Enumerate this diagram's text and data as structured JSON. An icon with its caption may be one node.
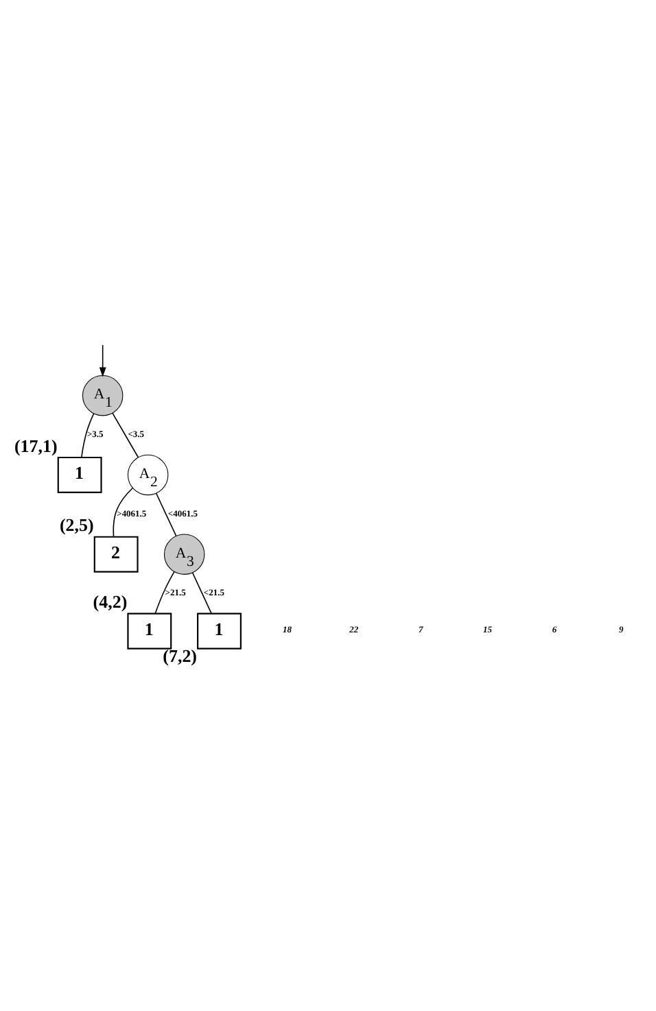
{
  "diagram": {
    "nodes": [
      {
        "text": [
          "A$_{1}$"
        ]
      },
      {
        "text": [
          "1"
        ],
        "beside": [
          "(17,1)"
        ]
      },
      {
        "text": [
          "A$_{2}$"
        ]
      },
      {
        "text": [
          "2"
        ],
        "beside": [
          "(2,5)"
        ]
      },
      {
        "text": [
          "A$_{3}$"
        ]
      },
      {
        "text": [
          "1"
        ],
        "beside": [
          "(4,2)"
        ]
      },
      {
        "text": [
          "1"
        ],
        "beside": [
          "(7,2)"
        ]
      }
    ],
    "edges": [
      {
        "from": null,
        "to": 0,
        "arrow": "to"
      },
      {
        "from": 0,
        "to": 1,
        "arrow": "none",
        "label": ">3.5"
      },
      {
        "from": 0,
        "to": 2,
        "arrow": "none",
        "label": "<3.5"
      },
      {
        "from": 2,
        "to": 3,
        "arrow": "none",
        "label": ">4061.5"
      },
      {
        "from": 2,
        "to": 4,
        "arrow": "none",
        "label": "<4061.5"
      },
      {
        "from": 4,
        "to": 5,
        "arrow": "none",
        "label": ">21.5"
      },
      {
        "from": 4,
        "to": 6,
        "arrow": "none",
        "label": "<21.5"
      }
    ],
    "labels": [
      "18",
      "22",
      "7",
      "15",
      "6",
      "9"
    ]
  }
}
